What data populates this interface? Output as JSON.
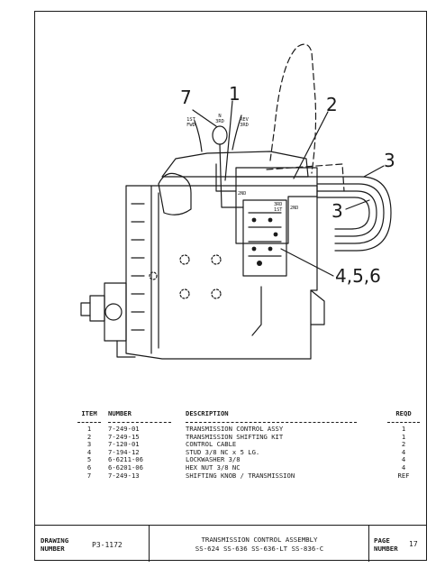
{
  "callouts": {
    "c7": "7",
    "c1": "1",
    "c2": "2",
    "c3a": "3",
    "c3b": "3",
    "c456": "4,5,6"
  },
  "shift_labels": {
    "first_top": "1ST",
    "first_bottom": "FWD",
    "neutral_top": "N",
    "neutral_bottom": "3RD",
    "reverse_top": "REV",
    "reverse_bottom": "3RD",
    "valve_second": "2ND",
    "valve_3rd": "3RD",
    "valve_1st": "1ST",
    "valve_2nd_right": "2ND"
  },
  "parts_table": {
    "headers": {
      "item": "ITEM",
      "number": "NUMBER",
      "description": "DESCRIPTION",
      "reqd": "REQD"
    },
    "rows": [
      {
        "item": "1",
        "number": "7-249-01",
        "description": "TRANSMISSION  CONTROL ASSY",
        "reqd": "1"
      },
      {
        "item": "2",
        "number": "7-249-15",
        "description": "TRANSMISSION SHIFTING KIT",
        "reqd": "1"
      },
      {
        "item": "3",
        "number": "7-120-01",
        "description": "CONTROL CABLE",
        "reqd": "2"
      },
      {
        "item": "4",
        "number": "7-194-12",
        "description": "STUD  3/8 NC x 5 LG.",
        "reqd": "4"
      },
      {
        "item": "5",
        "number": "6-6211-06",
        "description": "LOCKWASHER 3/8",
        "reqd": "4"
      },
      {
        "item": "6",
        "number": "6-6201-06",
        "description": "HEX NUT  3/8 NC",
        "reqd": "4"
      },
      {
        "item": "7",
        "number": "7-249-13",
        "description": "SHIFTING KNOB / TRANSMISSION",
        "reqd": "REF"
      }
    ]
  },
  "title_block": {
    "drawing_label_1": "DRAWING",
    "drawing_label_2": "NUMBER",
    "drawing_number": "P3-1172",
    "title_line_1": "TRANSMISSION CONTROL ASSEMBLY",
    "title_line_2": "SS-624  SS-636  SS-636-LT  SS-836-C",
    "page_label_1": "PAGE",
    "page_label_2": "NUMBER",
    "page_number": "17"
  }
}
